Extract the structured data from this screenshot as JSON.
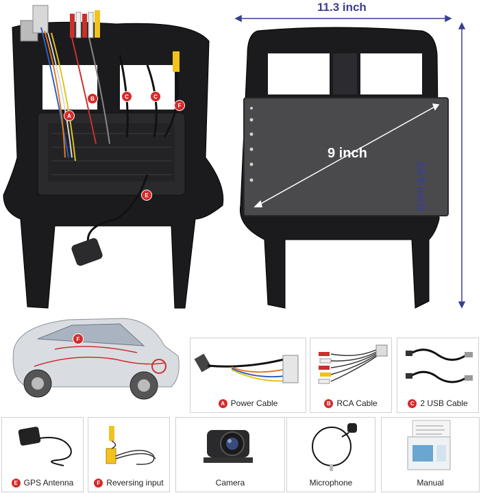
{
  "dimensions": {
    "width_label": "11.3 inch",
    "height_label": "14.9 inch",
    "screen_label": "9 inch"
  },
  "markers": {
    "a": "A",
    "b": "B",
    "c": "C",
    "e": "E",
    "f": "F"
  },
  "accessories": [
    {
      "badge": "A",
      "label": "Power Cable"
    },
    {
      "badge": "B",
      "label": "RCA Cable"
    },
    {
      "badge": "C",
      "label": "2 USB Cable"
    },
    {
      "badge": "E",
      "label": "GPS Antenna"
    },
    {
      "badge": "F",
      "label": "Reversing input"
    },
    {
      "badge": "",
      "label": "Camera"
    },
    {
      "badge": "",
      "label": "Microphone"
    },
    {
      "badge": "",
      "label": "Manual"
    }
  ],
  "colors": {
    "dimension_accent": "#3b3f8f",
    "badge_red": "#d42b2b",
    "frame_black": "#1b1b1d",
    "screen_gray": "#4a4a4d"
  }
}
